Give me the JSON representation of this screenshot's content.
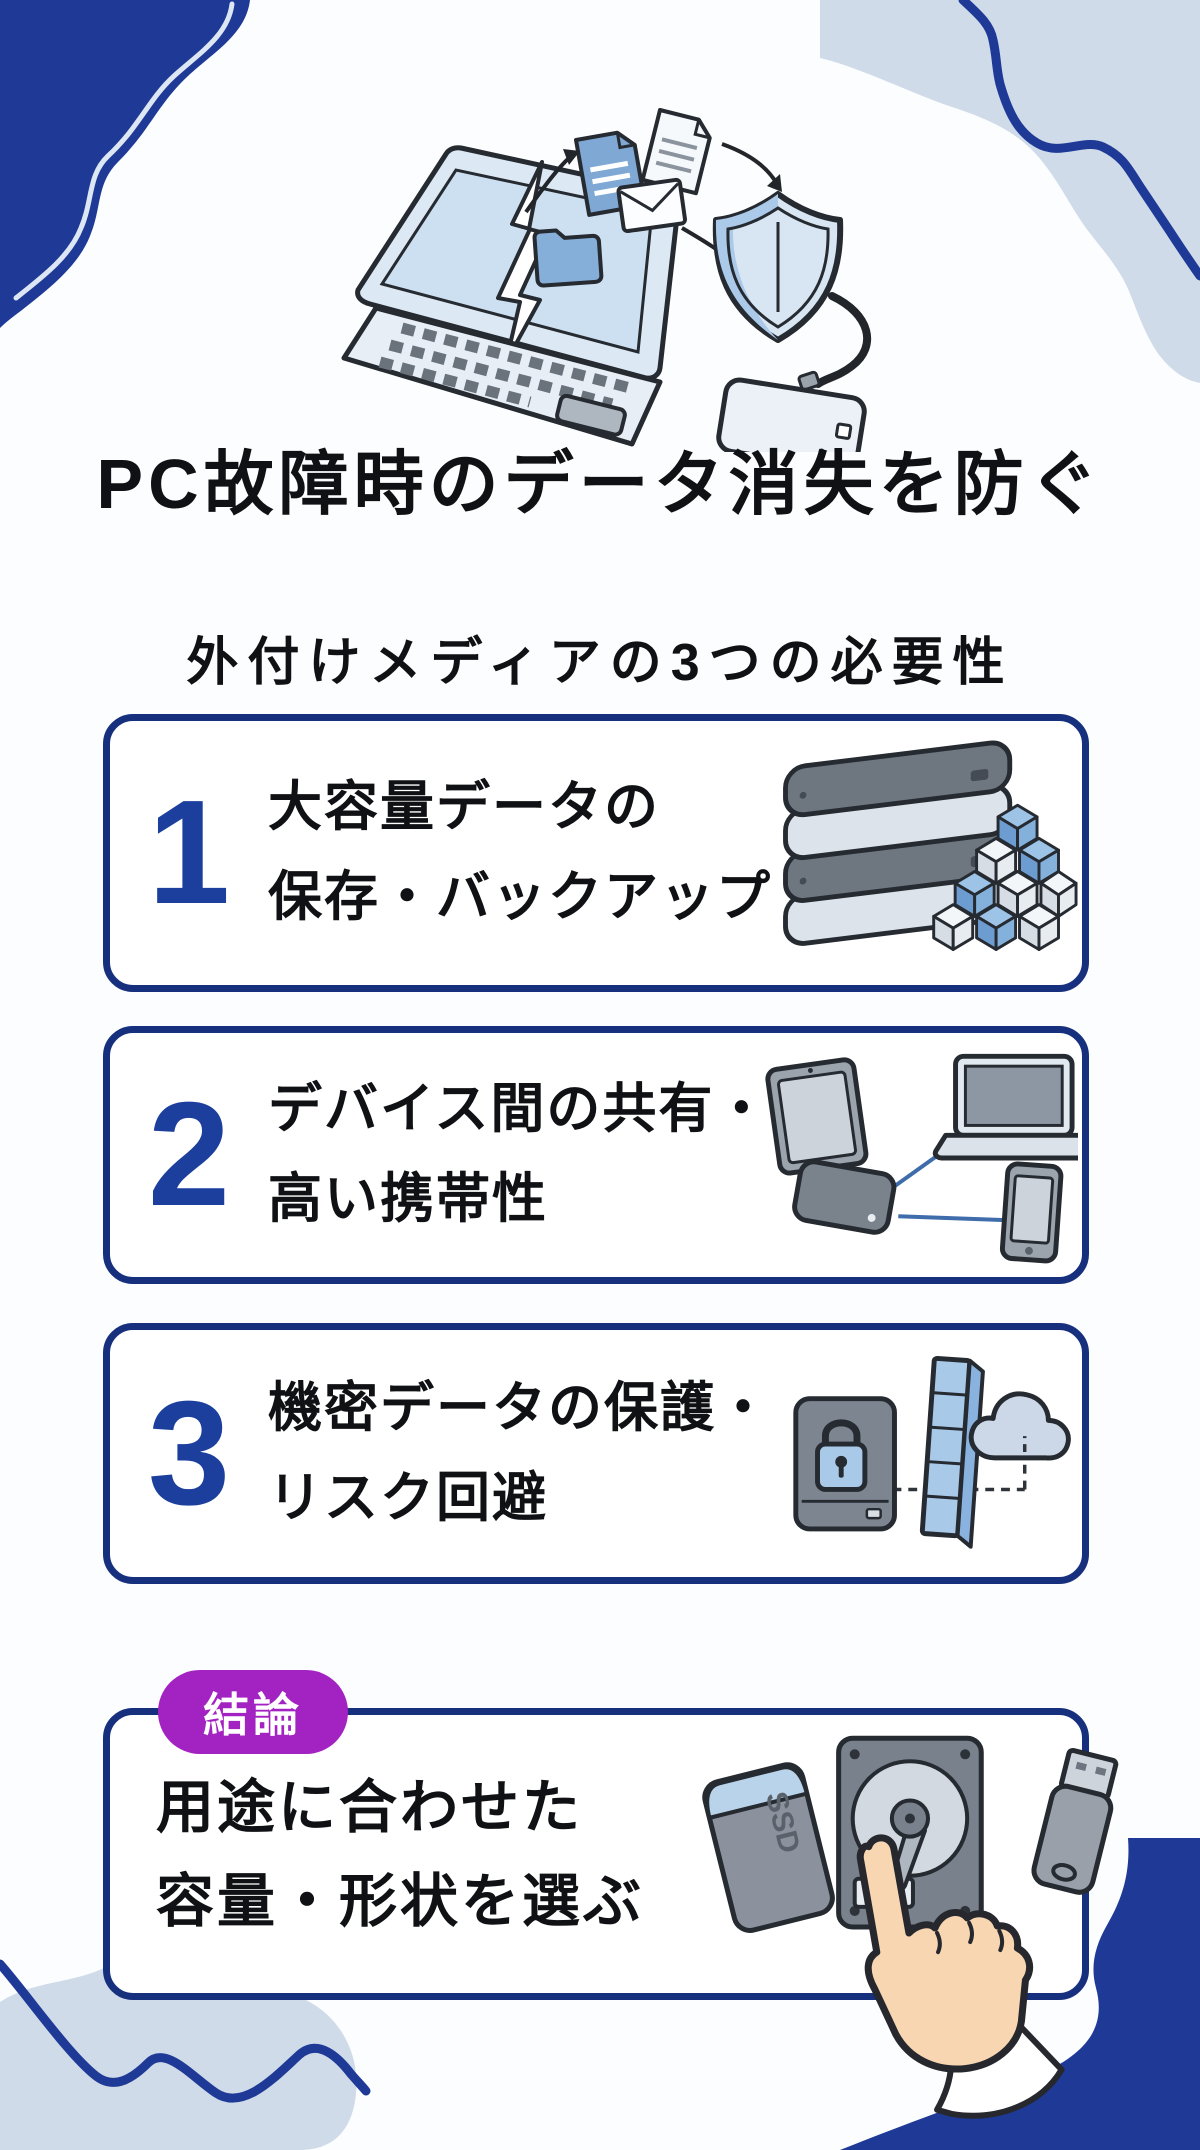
{
  "colors": {
    "background": "#fcfdfe",
    "navy_blob": "#1e3a96",
    "card_border_navy": "#17307e",
    "light_blue_blob": "#d0dbe9",
    "number_blue": "#1c3f9e",
    "badge_purple": "#a322c2",
    "text_black": "#101114",
    "icon_blue": "#9dc3e7",
    "icon_gray": "#79818c"
  },
  "hero": {
    "icon": "broken-laptop-data-backup-to-shield-and-external-drive"
  },
  "title": "PC故障時のデータ消失を防ぐ",
  "subtitle": "外付けメディアの3つの必要性",
  "points": [
    {
      "number": "1",
      "line1": "大容量データの",
      "line2": "保存・バックアップ",
      "icon": "stacked-external-drives-and-data-cubes-icon"
    },
    {
      "number": "2",
      "line1": "デバイス間の共有・",
      "line2": "高い携帯性",
      "icon": "tablet-laptop-phone-drive-sharing-icon"
    },
    {
      "number": "3",
      "line1": "機密データの保護・",
      "line2": "リスク回避",
      "icon": "locked-drive-firewall-cloud-icon"
    }
  ],
  "conclusion": {
    "badge_label": "結論",
    "line1": "用途に合わせた",
    "line2": "容量・形状を選ぶ",
    "icon": "ssd-hdd-usb-choice-with-pointing-hand-icon",
    "ssd_label": "SSD"
  }
}
